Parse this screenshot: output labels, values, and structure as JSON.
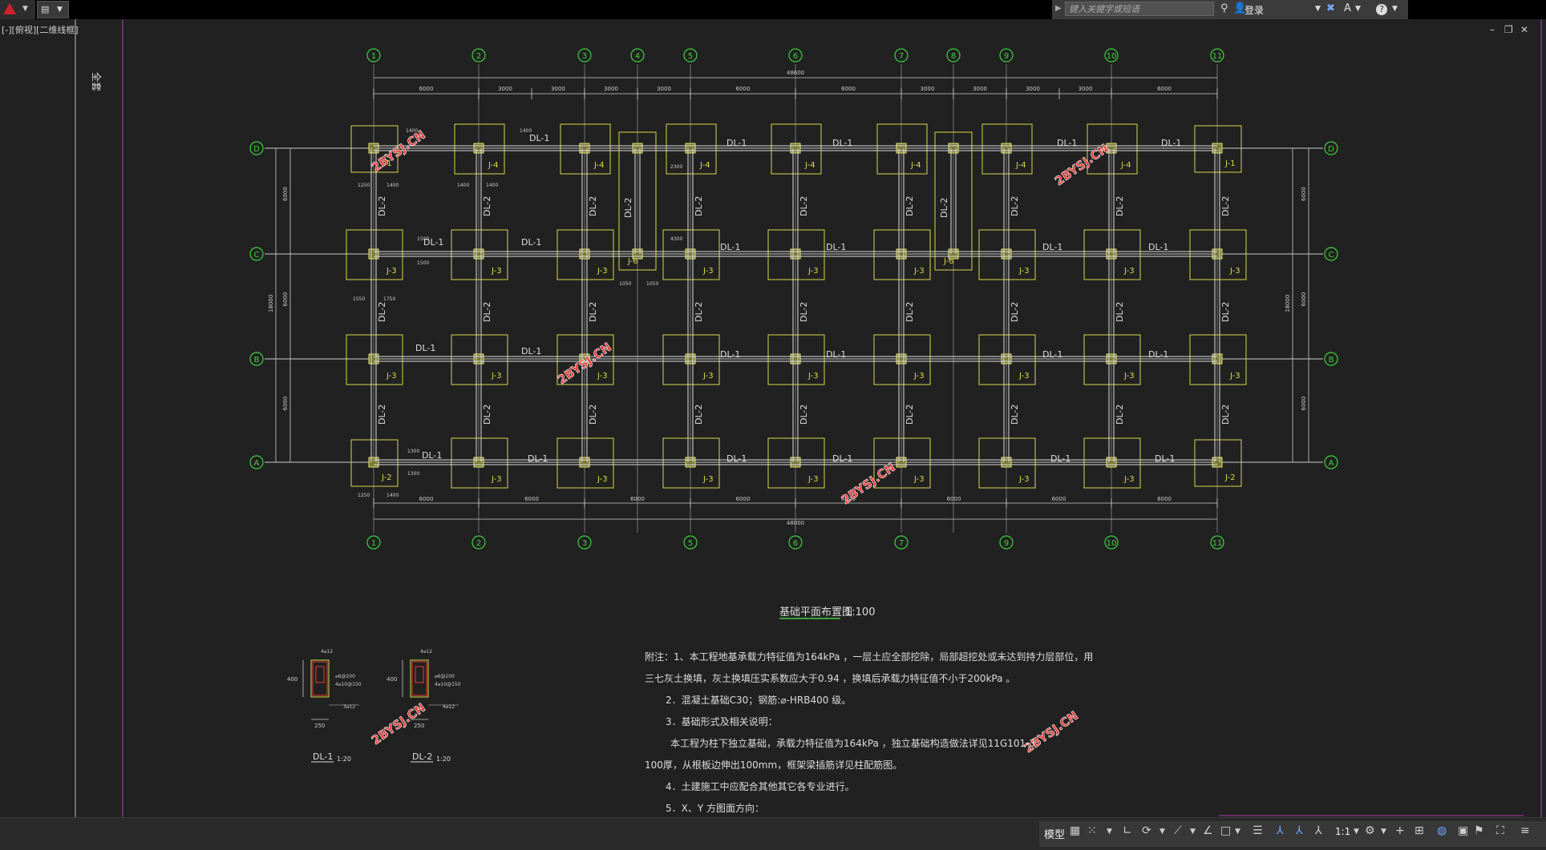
{
  "title_bar": {
    "search_placeholder": "键入关键字或短语",
    "login_label": "登录",
    "help_label": "?"
  },
  "viewport": {
    "label": "[-][俯视][二维线框]",
    "side_text": "全套"
  },
  "drawing": {
    "title": "基础平面布置图",
    "scale": "1:100",
    "axes_x_top": [
      "1",
      "2",
      "3",
      "4",
      "5",
      "6",
      "7",
      "8",
      "9",
      "10",
      "11"
    ],
    "axes_x_bottom": [
      "1",
      "2",
      "3",
      "5",
      "6",
      "7",
      "9",
      "10",
      "11"
    ],
    "axes_y": [
      "D",
      "C",
      "B",
      "A"
    ],
    "dims_top_total": "48600",
    "dims_top": [
      "6000",
      "3000",
      "3000",
      "3000",
      "3000",
      "6000",
      "6000",
      "3000",
      "3000",
      "3000",
      "3000",
      "6000"
    ],
    "dims_bottom": [
      "6000",
      "6000",
      "6000",
      "6000",
      "6000",
      "6000",
      "6000",
      "6000"
    ],
    "dims_bottom_total": "48000",
    "dims_left_total": "18000",
    "dims_left": [
      "6000",
      "6000",
      "6000"
    ],
    "dims_right_total": "18000",
    "dims_right": [
      "6000",
      "6000",
      "6000"
    ],
    "local_dims": [
      "1250",
      "1400",
      "1400",
      "1400",
      "1400",
      "1400",
      "1550",
      "1750",
      "1500",
      "1050",
      "1050",
      "2300",
      "4300",
      "1250",
      "1400",
      "1300",
      "1300",
      "1500"
    ],
    "beam_labels": [
      "DL-1",
      "DL-2"
    ],
    "footing_labels": [
      "J-1",
      "J-2",
      "J-3",
      "J-4",
      "J-6"
    ],
    "watermark": "2BYSJ.CN",
    "notes": [
      "附注：1、本工程地基承载力特征值为164kPa   ，一层土应全部挖除，局部超挖处或未达到持力层部位，用",
      "三七灰土换填，灰土换填压实系数应大于0.94  ，换填后承载力特征值不小于200kPa  。",
      "2．混凝土基础C30；钢筋:⌀-HRB400   级。",
      "3．基础形式及相关说明：",
      "本工程为柱下独立基础，承载力特征值为164kPa   ，独立基础构造做法详见11G101-3",
      "100厚，从根板边伸出100mm，框架梁插筋详见柱配筋图。",
      "4．土建施工中应配合其他其它各专业进行。",
      "5．X、Y 方图面方向："
    ],
    "section1": {
      "label": "DL-1",
      "scale": "1:20",
      "w": "250",
      "h": "400",
      "top": "4⌀12",
      "side1": "⌀6@200",
      "side2": "4⌀10@150",
      "bottom": "3⌀12"
    },
    "section2": {
      "label": "DL-2",
      "scale": "1:20",
      "w": "250",
      "h": "400",
      "top": "4⌀12",
      "side1": "⌀6@200",
      "side2": "4⌀10@150",
      "bottom": "4⌀12"
    }
  },
  "status_bar": {
    "model_label": "模型",
    "scale_label": "1:1"
  }
}
